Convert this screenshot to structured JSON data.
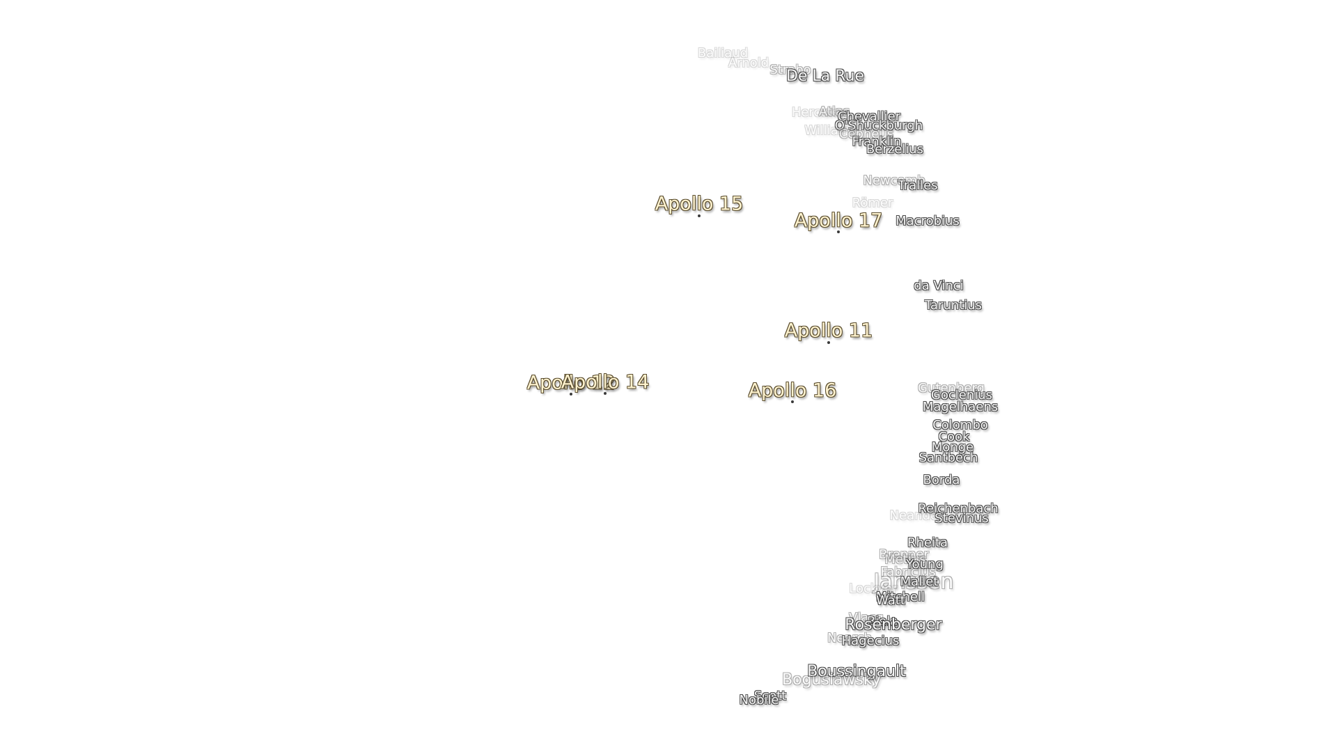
{
  "apollo_sites": [
    {
      "label": "Apollo 15"
    },
    {
      "label": "Apollo 17"
    },
    {
      "label": "Apollo 11"
    },
    {
      "label": "Apollo 16"
    },
    {
      "label": "Apollo 12"
    },
    {
      "label": "Apollo 14"
    }
  ],
  "craters": [
    {
      "label": "Bailiaud"
    },
    {
      "label": "Arnold"
    },
    {
      "label": "Strabo"
    },
    {
      "label": "De La Rue"
    },
    {
      "label": "Hercules"
    },
    {
      "label": "Atlas"
    },
    {
      "label": "Chevallier"
    },
    {
      "label": "O'Shuckburgh"
    },
    {
      "label": "Williams"
    },
    {
      "label": "Cepheus"
    },
    {
      "label": "Franklin"
    },
    {
      "label": "Berzelius"
    },
    {
      "label": "Newcomb"
    },
    {
      "label": "Tralles"
    },
    {
      "label": "Römer"
    },
    {
      "label": "Macrobius"
    },
    {
      "label": "da Vinci"
    },
    {
      "label": "Taruntius"
    },
    {
      "label": "Gutenberg"
    },
    {
      "label": "Goclenius"
    },
    {
      "label": "Magelhaens"
    },
    {
      "label": "Colombo"
    },
    {
      "label": "Cook"
    },
    {
      "label": "Monge"
    },
    {
      "label": "Santbech"
    },
    {
      "label": "Borda"
    },
    {
      "label": "Reichenbach"
    },
    {
      "label": "Neander"
    },
    {
      "label": "Stevinus"
    },
    {
      "label": "Rheita"
    },
    {
      "label": "Brenner"
    },
    {
      "label": "Metius"
    },
    {
      "label": "Young"
    },
    {
      "label": "Fabricius"
    },
    {
      "label": "Janssen"
    },
    {
      "label": "Mallet"
    },
    {
      "label": "Lockyer"
    },
    {
      "label": "Mitchell"
    },
    {
      "label": "Watt"
    },
    {
      "label": "Vlacq"
    },
    {
      "label": "Biela"
    },
    {
      "label": "Rosenberger"
    },
    {
      "label": "Nearch"
    },
    {
      "label": "Hagecius"
    },
    {
      "label": "Boussingault"
    },
    {
      "label": "Boguslawsky"
    },
    {
      "label": "Scott"
    },
    {
      "label": "Nobile"
    }
  ]
}
